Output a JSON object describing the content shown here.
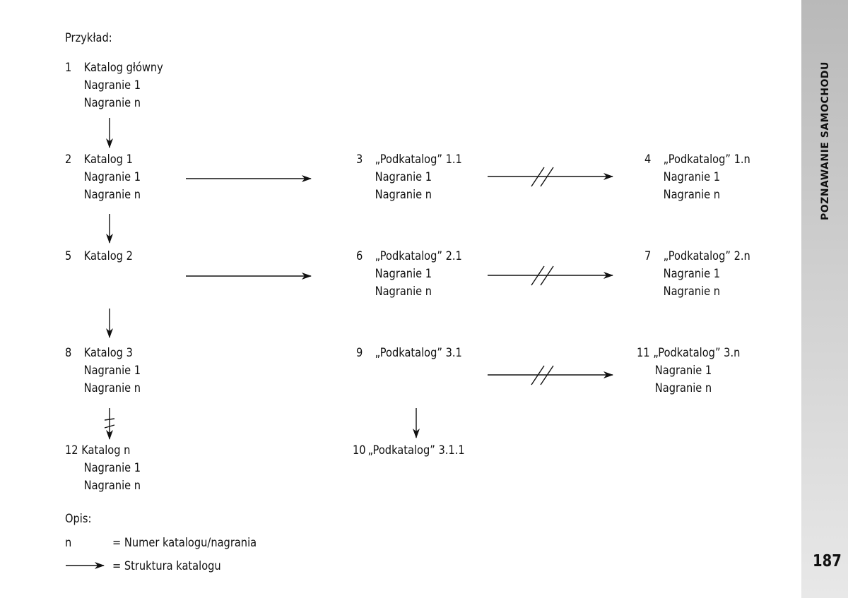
{
  "intro_label": "Przykład:",
  "nodes": {
    "n1": {
      "num": "1",
      "label": "Katalog główny",
      "lines": [
        "Nagranie 1",
        "Nagranie n"
      ]
    },
    "n2": {
      "num": "2",
      "label": "Katalog 1",
      "lines": [
        "Nagranie 1",
        "Nagranie n"
      ]
    },
    "n3": {
      "num": "3",
      "label": "„Podkatalog” 1.1",
      "lines": [
        "Nagranie 1",
        "Nagranie n"
      ]
    },
    "n4": {
      "num": "4",
      "label": "„Podkatalog” 1.n",
      "lines": [
        "Nagranie 1",
        "Nagranie n"
      ]
    },
    "n5": {
      "num": "5",
      "label": "Katalog 2",
      "lines": []
    },
    "n6": {
      "num": "6",
      "label": "„Podkatalog” 2.1",
      "lines": [
        "Nagranie 1",
        "Nagranie n"
      ]
    },
    "n7": {
      "num": "7",
      "label": "„Podkatalog” 2.n",
      "lines": [
        "Nagranie 1",
        "Nagranie n"
      ]
    },
    "n8": {
      "num": "8",
      "label": "Katalog 3",
      "lines": [
        "Nagranie 1",
        "Nagranie n"
      ]
    },
    "n9": {
      "num": "9",
      "label": "„Podkatalog” 3.1",
      "lines": []
    },
    "n10": {
      "num": "10",
      "label": "„Podkatalog” 3.1.1",
      "lines": []
    },
    "n11": {
      "num": "11",
      "label": "„Podkatalog” 3.n",
      "lines": [
        "Nagranie 1",
        "Nagranie n"
      ]
    },
    "n12": {
      "num": "12",
      "label": "Katalog n",
      "lines": [
        "Nagranie 1",
        "Nagranie n"
      ]
    }
  },
  "legend": {
    "title": "Opis:",
    "n_symbol": "n",
    "n_text": "= Numer katalogu/nagrania",
    "arrow_text": "= Struktura katalogu"
  },
  "sidebar": {
    "title": "POZNAWANIE SAMOCHODU",
    "page_number": "187"
  }
}
